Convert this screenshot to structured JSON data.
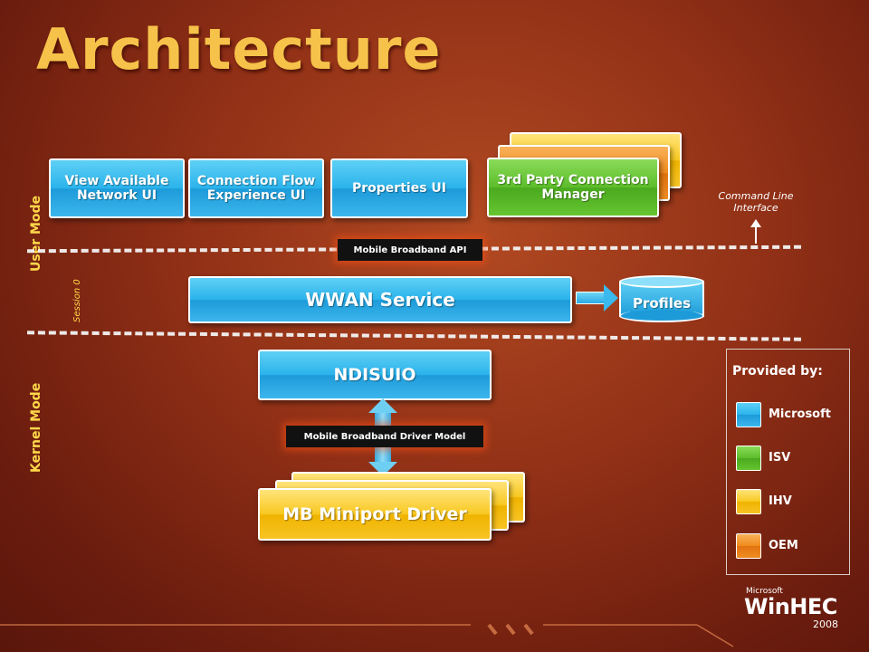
{
  "title": "Architecture",
  "modes": {
    "user": "User Mode",
    "kernel": "Kernel Mode",
    "session": "Session 0"
  },
  "boxes": {
    "view_available": "View Available Network UI",
    "connection_flow": "Connection Flow Experience UI",
    "properties": "Properties UI",
    "third_party": "3rd Party Connection Manager",
    "wwan_service": "WWAN Service",
    "profiles": "Profiles",
    "ndisuio": "NDISUIO",
    "mb_miniport": "MB Miniport Driver"
  },
  "labels": {
    "mb_api": "Mobile Broadband API",
    "mb_driver_model": "Mobile Broadband Driver Model",
    "command_line": "Command Line Interface"
  },
  "legend": {
    "heading": "Provided by:",
    "items": [
      {
        "label": "Microsoft",
        "color": "#2ab3eb"
      },
      {
        "label": "ISV",
        "color": "#5cbd2a"
      },
      {
        "label": "IHV",
        "color": "#f8c820"
      },
      {
        "label": "OEM",
        "color": "#f08a1c"
      }
    ]
  },
  "logo": {
    "brand_top": "Microsoft",
    "brand": "WinHEC",
    "year": "2008"
  }
}
